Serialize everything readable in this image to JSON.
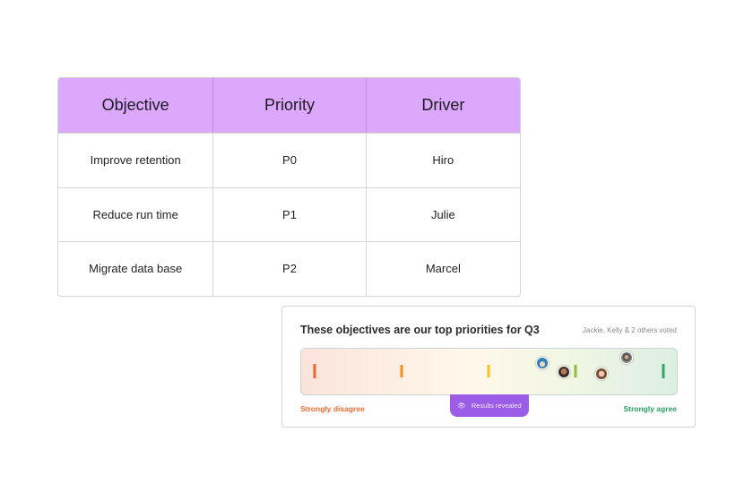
{
  "table": {
    "headers": [
      "Objective",
      "Priority",
      "Driver"
    ],
    "rows": [
      [
        "Improve retention",
        "P0",
        "Hiro"
      ],
      [
        "Reduce run time",
        "P1",
        "Julie"
      ],
      [
        "Migrate data base",
        "P2",
        "Marcel"
      ]
    ],
    "header_color": "#dca8fb"
  },
  "poll": {
    "title": "These objectives are our top priorities for Q3",
    "voters": "Jackie, Kelly & 2 others voted",
    "left_label": "Strongly disagree",
    "right_label": "Strongly agree",
    "button_label": "Results revealed",
    "button_icon": "eye-icon",
    "scale_points": 5,
    "votes": [
      3.6,
      3.8,
      4.2,
      4.5
    ]
  }
}
